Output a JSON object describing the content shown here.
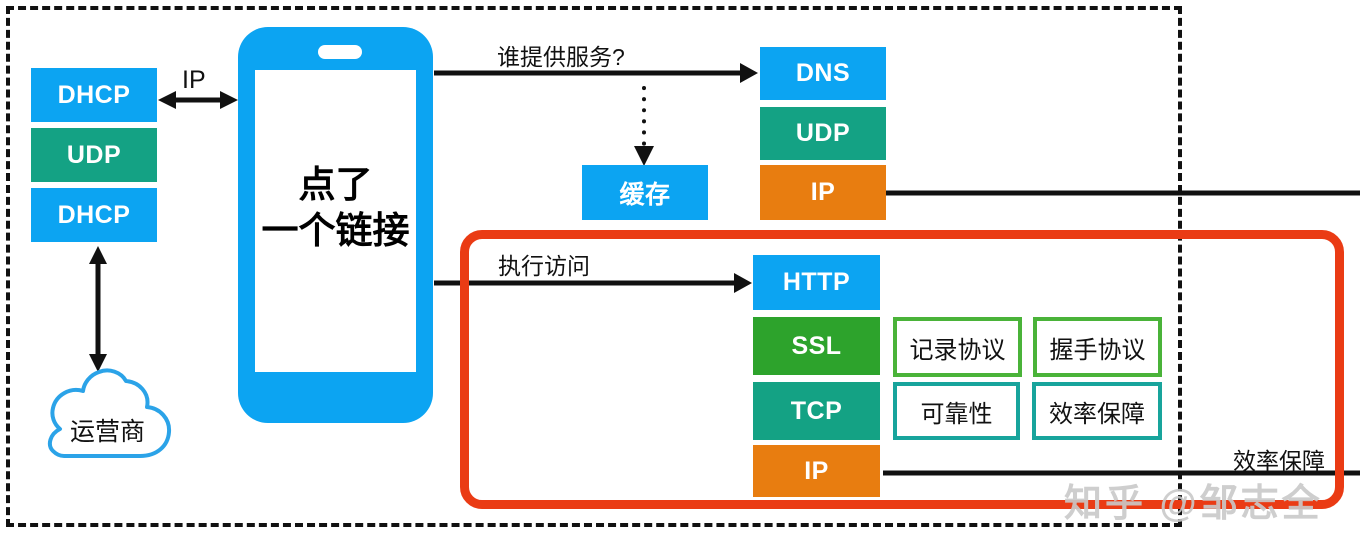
{
  "colors": {
    "blue": "#0ca4f2",
    "teal": "#14a284",
    "orange": "#e87d10",
    "green": "#2da32c",
    "green_outline": "#4ab339",
    "teal_outline": "#18a49c",
    "red": "#ea3b14",
    "ink": "#111111",
    "watermark": "#c9c9c9"
  },
  "phone": {
    "label_line1": "点了",
    "label_line2": "一个链接"
  },
  "left_stack": {
    "items": [
      {
        "label": "DHCP",
        "color": "blue"
      },
      {
        "label": "UDP",
        "color": "teal"
      },
      {
        "label": "DHCP",
        "color": "blue"
      }
    ]
  },
  "ip_link_label": "IP",
  "carrier_cloud": {
    "label": "运营商"
  },
  "dns_flow": {
    "question": "谁提供服务?",
    "cache_label": "缓存",
    "stack": [
      {
        "label": "DNS",
        "color": "blue"
      },
      {
        "label": "UDP",
        "color": "teal"
      },
      {
        "label": "IP",
        "color": "orange"
      }
    ]
  },
  "http_flow": {
    "action": "执行访问",
    "stack": [
      {
        "label": "HTTP",
        "color": "blue"
      },
      {
        "label": "SSL",
        "color": "green"
      },
      {
        "label": "TCP",
        "color": "teal"
      },
      {
        "label": "IP",
        "color": "orange"
      }
    ],
    "ssl_details": [
      {
        "label": "记录协议"
      },
      {
        "label": "握手协议"
      }
    ],
    "tcp_details": [
      {
        "label": "可靠性"
      },
      {
        "label": "效率保障"
      }
    ]
  },
  "right_annotation": "效率保障",
  "watermark": "知乎 @邹志全"
}
